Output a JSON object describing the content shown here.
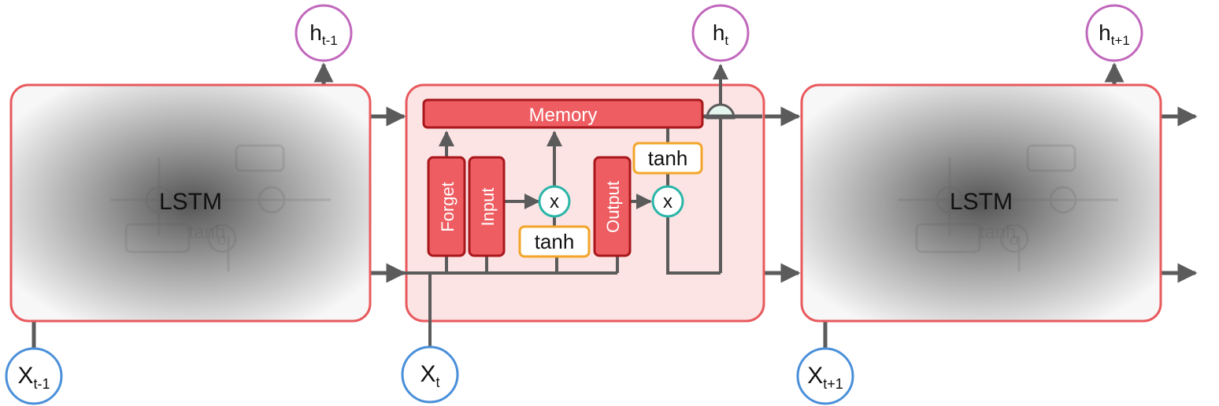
{
  "cells": {
    "left": {
      "label": "LSTM",
      "ghost": {
        "tanh": "tanh",
        "sigma": "σ",
        "x": "x"
      }
    },
    "middle": {
      "memory": "Memory",
      "gates": {
        "forget": "Forget",
        "input": "Input",
        "output": "Output"
      },
      "tanh_input": "tanh",
      "tanh_output": "tanh",
      "mult_input": "x",
      "mult_output": "x"
    },
    "right": {
      "label": "LSTM",
      "ghost": {
        "tanh": "tanh",
        "sigma": "σ",
        "x": "x"
      }
    }
  },
  "outputs": [
    {
      "base": "h",
      "sub": "t-1"
    },
    {
      "base": "h",
      "sub": "t"
    },
    {
      "base": "h",
      "sub": "t+1"
    }
  ],
  "inputs": [
    {
      "base": "X",
      "sub": "t-1"
    },
    {
      "base": "X",
      "sub": "t"
    },
    {
      "base": "X",
      "sub": "t+1"
    }
  ],
  "colors": {
    "cell_border": "#e85a5e",
    "cell_fill_active": "#fce4e4",
    "gate_fill": "#ee5d61",
    "gate_border": "#a8171c",
    "tanh_border": "#f3a52a",
    "mult_border": "#2bb5a8",
    "output_circle": "#c168bd",
    "input_circle": "#4a8fd9",
    "arrow": "#5b5b5b"
  }
}
